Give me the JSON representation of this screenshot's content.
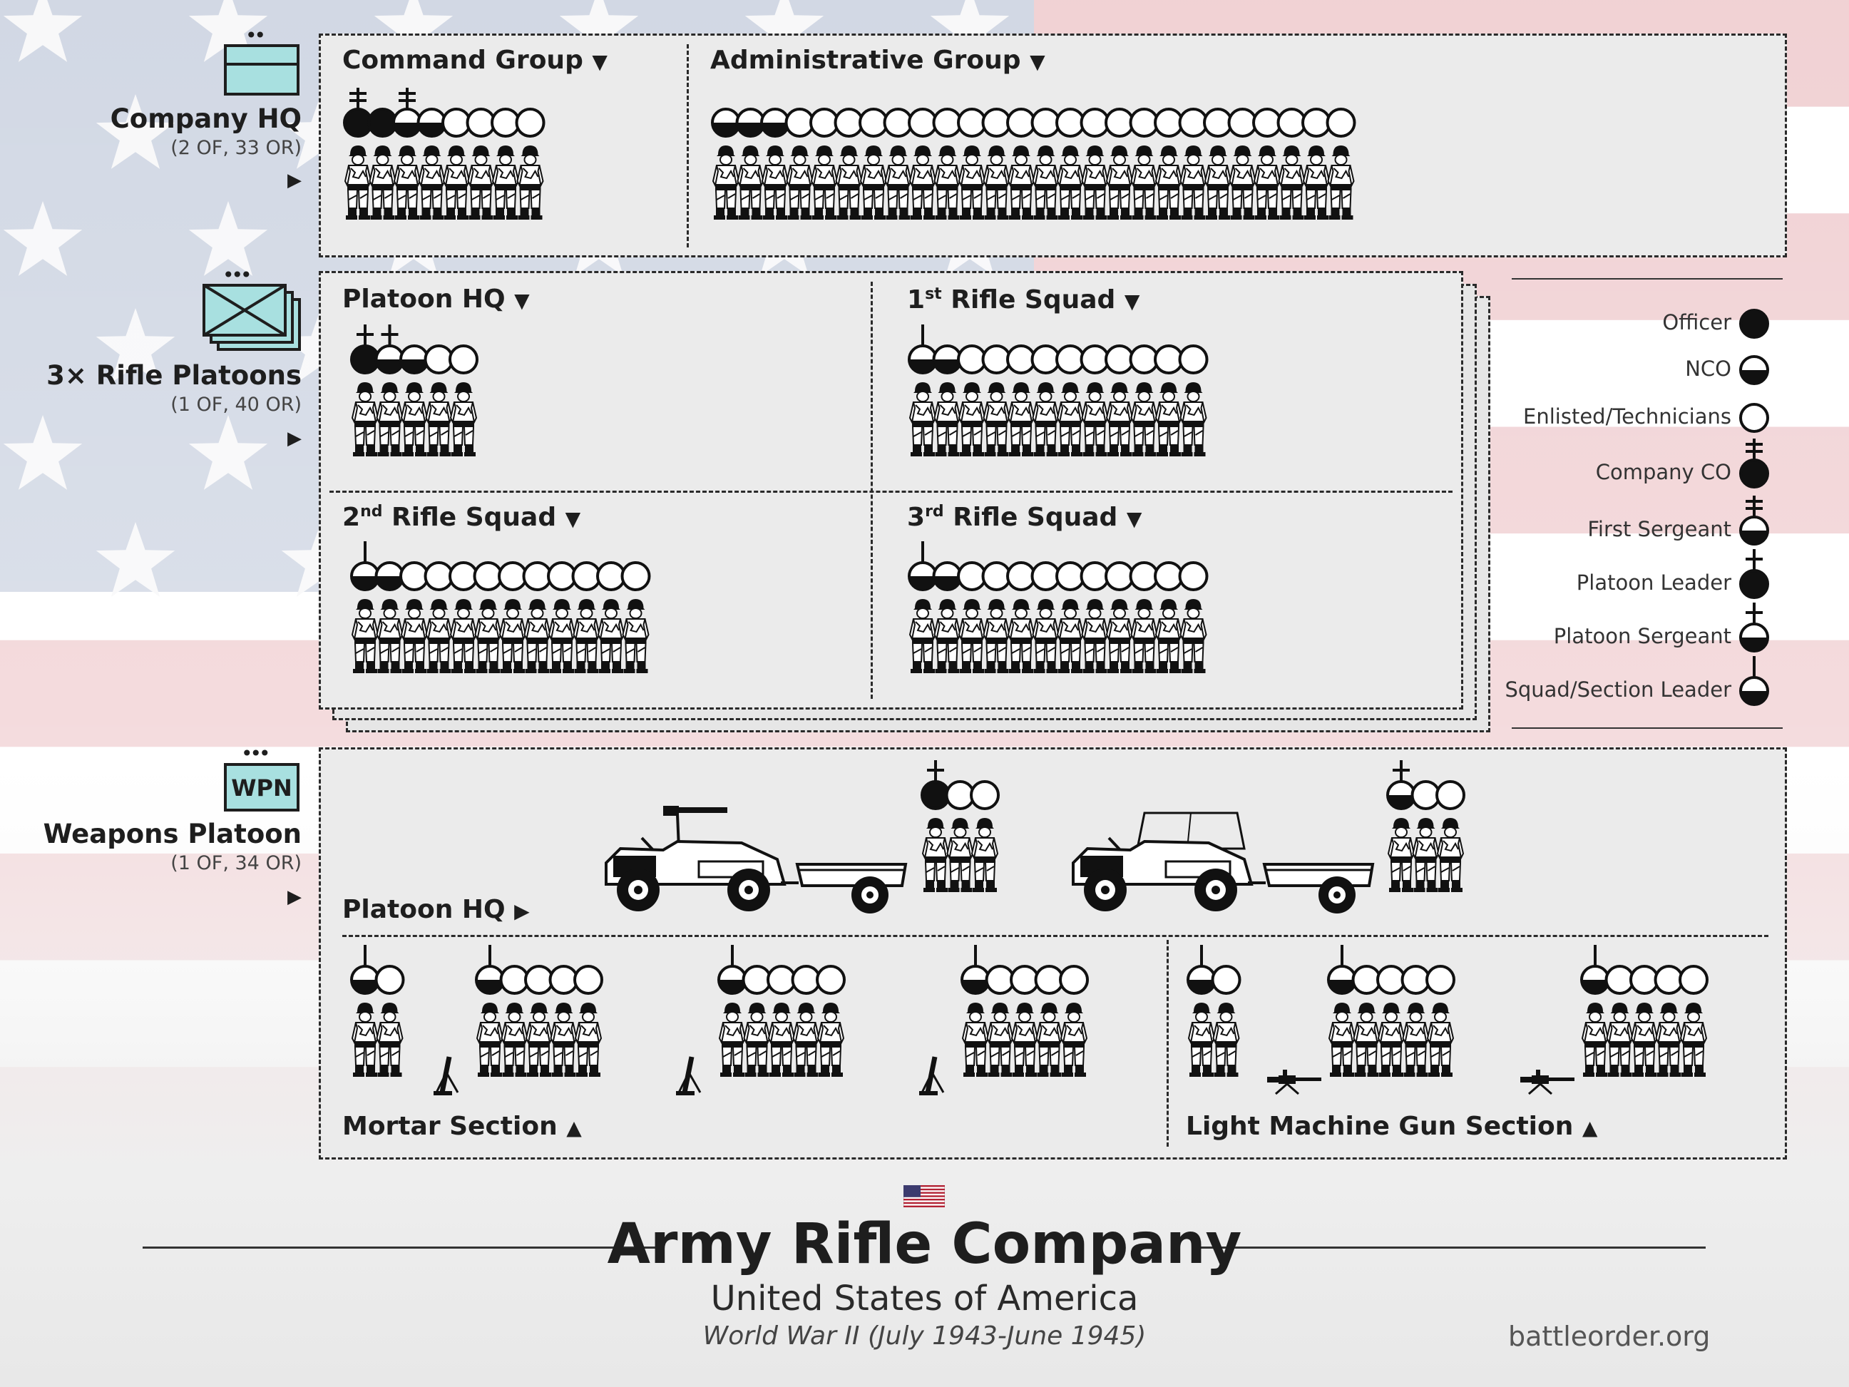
{
  "title": "Army Rifle Company",
  "subtitle": "United States of America",
  "period": "World War II (July 1943-June 1945)",
  "site": "battleorder.org",
  "colors": {
    "symbol_fill": "#a8e0e0",
    "panel": "#ebebeb",
    "ink": "#1e1e1e"
  },
  "units": {
    "company_hq": {
      "name": "Company HQ",
      "strength": "(2 OF, 33 OR)",
      "symbol": "headquarters-box",
      "echelon": "••"
    },
    "rifle_platoons": {
      "name": "3× Rifle Platoons",
      "strength": "(1 OF, 40 OR)",
      "symbol": "infantry-x-box",
      "echelon": "•••"
    },
    "weapons_platoon": {
      "name": "Weapons Platoon",
      "strength": "(1 OF, 34 OR)",
      "symbol": "wpn-box",
      "symbol_text": "WPN",
      "echelon": "•••"
    }
  },
  "groups": {
    "command_group": {
      "title": "Command Group",
      "arrow": "▼",
      "ranks": [
        "company-co",
        "officer",
        "first-sergeant",
        "nco",
        "enlisted",
        "enlisted",
        "enlisted",
        "enlisted"
      ]
    },
    "administrative_group": {
      "title": "Administrative Group",
      "arrow": "▼",
      "ranks": [
        "nco",
        "nco",
        "nco",
        "enlisted",
        "enlisted",
        "enlisted",
        "enlisted",
        "enlisted",
        "enlisted",
        "enlisted",
        "enlisted",
        "enlisted",
        "enlisted",
        "enlisted",
        "enlisted",
        "enlisted",
        "enlisted",
        "enlisted",
        "enlisted",
        "enlisted",
        "enlisted",
        "enlisted",
        "enlisted",
        "enlisted",
        "enlisted",
        "enlisted"
      ]
    },
    "platoon_hq": {
      "title": "Platoon HQ",
      "arrow": "▼",
      "ranks": [
        "platoon-leader",
        "platoon-sergeant",
        "nco",
        "enlisted",
        "enlisted"
      ]
    },
    "rifle_squad_1": {
      "title_num": "1",
      "title_sup": "st",
      "title_rest": " Rifle Squad",
      "arrow": "▼",
      "ranks": [
        "squad-leader",
        "nco",
        "enlisted",
        "enlisted",
        "enlisted",
        "enlisted",
        "enlisted",
        "enlisted",
        "enlisted",
        "enlisted",
        "enlisted",
        "enlisted"
      ]
    },
    "rifle_squad_2": {
      "title_num": "2",
      "title_sup": "nd",
      "title_rest": " Rifle Squad",
      "arrow": "▼",
      "ranks": [
        "squad-leader",
        "nco",
        "enlisted",
        "enlisted",
        "enlisted",
        "enlisted",
        "enlisted",
        "enlisted",
        "enlisted",
        "enlisted",
        "enlisted",
        "enlisted"
      ]
    },
    "rifle_squad_3": {
      "title_num": "3",
      "title_sup": "rd",
      "title_rest": " Rifle Squad",
      "arrow": "▼",
      "ranks": [
        "squad-leader",
        "nco",
        "enlisted",
        "enlisted",
        "enlisted",
        "enlisted",
        "enlisted",
        "enlisted",
        "enlisted",
        "enlisted",
        "enlisted",
        "enlisted"
      ]
    },
    "weapons_hq": {
      "title": "Platoon HQ",
      "arrow": "▶",
      "team_1": {
        "ranks": [
          "platoon-leader",
          "enlisted",
          "enlisted"
        ],
        "equipment": "jeep-with-machine-gun-and-trailer"
      },
      "team_2": {
        "ranks": [
          "platoon-sergeant",
          "enlisted",
          "enlisted"
        ],
        "equipment": "jeep-with-trailer"
      }
    },
    "mortar_section": {
      "title": "Mortar Section",
      "arrow": "▲",
      "hq": [
        "squad-leader",
        "enlisted"
      ],
      "squads": [
        [
          "squad-leader",
          "enlisted",
          "enlisted",
          "enlisted",
          "enlisted"
        ],
        [
          "squad-leader",
          "enlisted",
          "enlisted",
          "enlisted",
          "enlisted"
        ],
        [
          "squad-leader",
          "enlisted",
          "enlisted",
          "enlisted",
          "enlisted"
        ]
      ],
      "weapon": "mortar-icon"
    },
    "lmg_section": {
      "title": "Light Machine Gun Section",
      "arrow": "▲",
      "hq": [
        "squad-leader",
        "enlisted"
      ],
      "squads": [
        [
          "squad-leader",
          "enlisted",
          "enlisted",
          "enlisted",
          "enlisted"
        ],
        [
          "squad-leader",
          "enlisted",
          "enlisted",
          "enlisted",
          "enlisted"
        ]
      ],
      "weapon": "machine-gun-icon"
    }
  },
  "legend": [
    {
      "label": "Officer",
      "symbol": "officer"
    },
    {
      "label": "NCO",
      "symbol": "nco"
    },
    {
      "label": "Enlisted/Technicians",
      "symbol": "enlisted"
    },
    {
      "label": "Company CO",
      "symbol": "company-co"
    },
    {
      "label": "First Sergeant",
      "symbol": "first-sergeant"
    },
    {
      "label": "Platoon Leader",
      "symbol": "platoon-leader"
    },
    {
      "label": "Platoon Sergeant",
      "symbol": "platoon-sergeant"
    },
    {
      "label": "Squad/Section Leader",
      "symbol": "squad-leader"
    }
  ]
}
